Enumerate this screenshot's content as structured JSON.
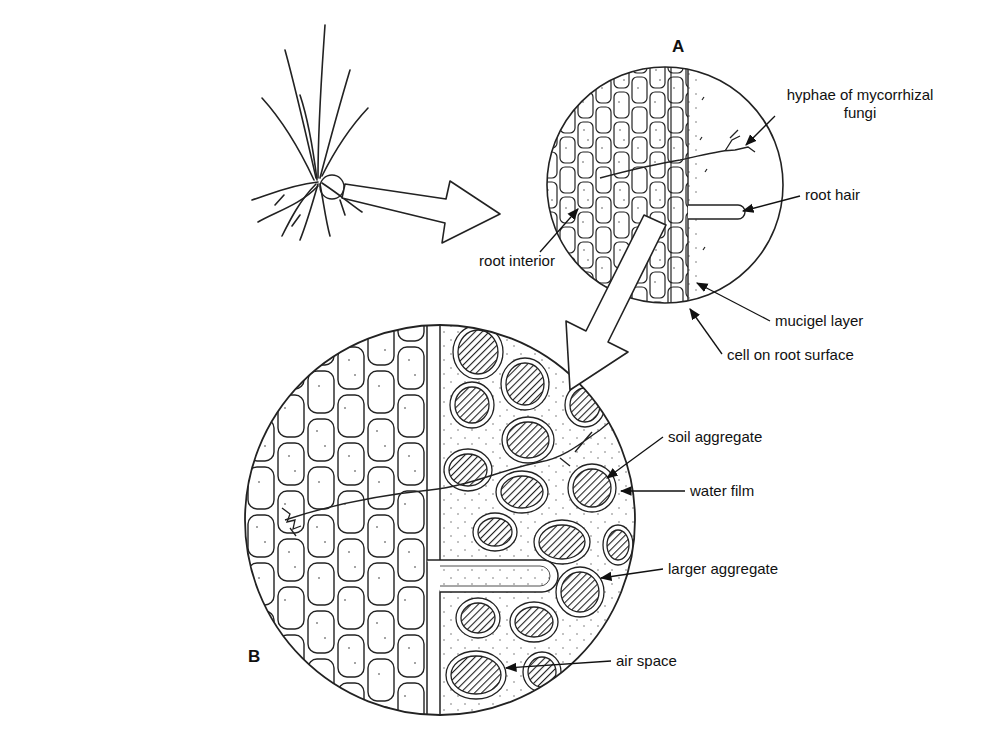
{
  "diagram": {
    "labels": [
      "A",
      "hyphae of mycorrhizal fungi",
      "root hair",
      "root interior",
      "mucigel layer",
      "cell on root surface",
      "soil aggregate",
      "water film",
      "larger aggregate",
      "air space",
      "B"
    ]
  }
}
